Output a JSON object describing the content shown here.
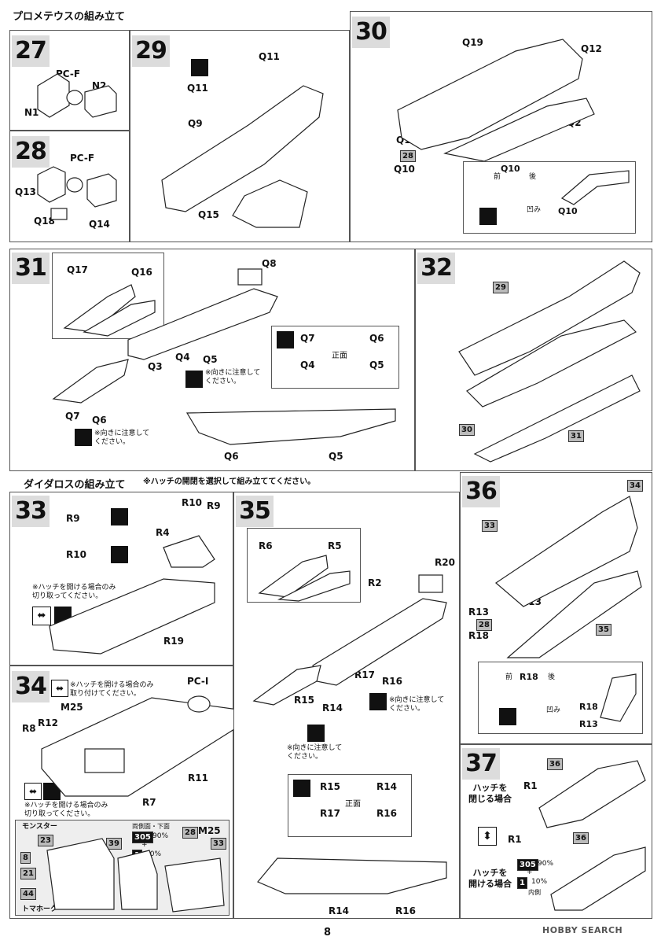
{
  "section_prometheus": "プロメテウスの組み立て",
  "section_daedalus": "ダイダロスの組み立て",
  "daedalus_note": "※ハッチの開閉を選択して組み立ててください。",
  "steps": {
    "s27": {
      "num": "27",
      "labels": {
        "pcf": "PC-F",
        "n2": "N2",
        "n1": "N1"
      }
    },
    "s28": {
      "num": "28",
      "labels": {
        "pcf": "PC-F",
        "q13": "Q13",
        "q18": "Q18",
        "q14": "Q14"
      }
    },
    "s29": {
      "num": "29",
      "labels": {
        "q11a": "Q11",
        "q11b": "Q11",
        "q9": "Q9",
        "q15": "Q15"
      }
    },
    "s30": {
      "num": "30",
      "labels": {
        "q19": "Q19",
        "q12": "Q12",
        "q2": "Q2",
        "q1": "Q1",
        "ref28": "28",
        "q10": "Q10",
        "mae": "前",
        "q10b": "Q10",
        "ushiro": "後",
        "heko": "凹み",
        "q10c": "Q10"
      }
    },
    "s31": {
      "num": "31",
      "labels": {
        "q17": "Q17",
        "q16": "Q16",
        "q8": "Q8",
        "q3": "Q3",
        "q4": "Q4",
        "q5": "Q5",
        "note": "※向きに注意して\nください。",
        "q7": "Q7",
        "q6": "Q6",
        "note2": "※向きに注意して\nください。",
        "c_q7": "Q7",
        "c_q6": "Q6",
        "c_q4": "Q4",
        "c_q5": "Q5",
        "shomen": "正面",
        "b_q6": "Q6",
        "b_q5": "Q5"
      }
    },
    "s32": {
      "num": "32",
      "labels": {
        "r29": "29",
        "r30": "30",
        "r31": "31"
      }
    },
    "s33": {
      "num": "33",
      "labels": {
        "r10a": "R10",
        "r9a": "R9",
        "r9": "R9",
        "r10": "R10",
        "r4": "R4",
        "note": "※ハッチを開ける場合のみ\n切り取ってください。",
        "r19": "R19"
      }
    },
    "s34": {
      "num": "34",
      "labels": {
        "note_top": "※ハッチを開ける場合のみ\n取り付けてください。",
        "pci": "PC-I",
        "m25": "M25",
        "r8": "R8",
        "r12": "R12",
        "r11": "R11",
        "r7": "R7",
        "note_bottom": "※ハッチを開ける場合のみ\n切り取ってください。",
        "monster": "モンスター",
        "r23": "23",
        "r39": "39",
        "r8b": "8",
        "r21": "21",
        "r44": "44",
        "tomahawk": "トマホーク",
        "both": "両側面・下面",
        "paint1": "305",
        "pct1": "90%",
        "plus": "+",
        "paint2": "1",
        "pct2": "10%",
        "r28": "28",
        "m25b": "M25",
        "r33": "33"
      }
    },
    "s35": {
      "num": "35",
      "labels": {
        "r6": "R6",
        "r5": "R5",
        "r20": "R20",
        "r2": "R2",
        "r17": "R17",
        "r16": "R16",
        "r15": "R15",
        "r14": "R14",
        "note": "※向きに注意して\nください。",
        "note2": "※向きに注意して\nください。",
        "c_r15": "R15",
        "c_r14": "R14",
        "shomen": "正面",
        "c_r17": "R17",
        "c_r16": "R16",
        "b_r14": "R14",
        "b_r16": "R16"
      }
    },
    "s36": {
      "num": "36",
      "labels": {
        "r34": "34",
        "r33": "33",
        "r13a": "R13",
        "r13b": "R13",
        "ref28": "28",
        "r18": "R18",
        "r35": "35",
        "mae": "前",
        "r18b": "R18",
        "ushiro": "後",
        "heko": "凹み",
        "r18c": "R18",
        "r13c": "R13"
      }
    },
    "s37": {
      "num": "37",
      "labels": {
        "r36a": "36",
        "hatch_close": "ハッチを\n閉じる場合",
        "r1a": "R1",
        "r1b": "R1",
        "r36b": "36",
        "paint1": "305",
        "pct1": "90%",
        "plus": "+",
        "paint2": "1",
        "pct2": "10%",
        "inside": "内側",
        "hatch_open": "ハッチを\n開ける場合"
      }
    }
  },
  "page_number": "8",
  "watermark": "HOBBY SEARCH"
}
